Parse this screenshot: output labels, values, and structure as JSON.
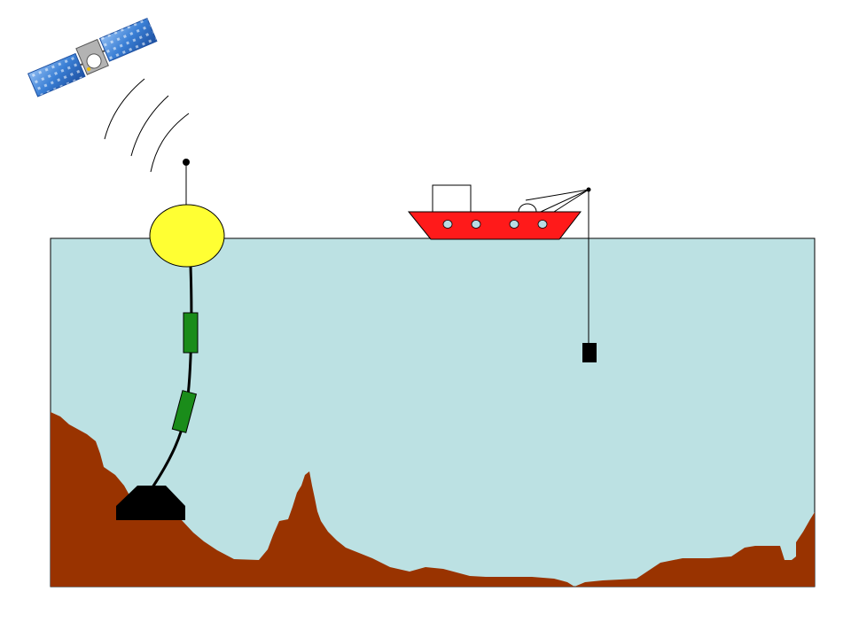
{
  "colors": {
    "background": "#ffffff",
    "water": "#bce1e3",
    "seafloor": "#993300",
    "buoy": "#ffff33",
    "sensor": "#1a8c1a",
    "anchor": "#000000",
    "ship_hull": "#ff1a1a",
    "porthole": "#b9dbe4",
    "probe": "#000000",
    "satellite_panel": "#3a7fd5",
    "satellite_body": "#b3b3b3"
  },
  "icons": {
    "satellite": "satellite-icon",
    "signal": "radio-wave-icon",
    "ship": "research-vessel-icon",
    "buoy": "surface-buoy-icon",
    "anchor": "mooring-anchor-icon",
    "probe": "ctd-probe-icon"
  },
  "scene": {
    "moored_sensor_count": 2,
    "ship_porthole_count": 4,
    "signal_arc_count": 3
  }
}
